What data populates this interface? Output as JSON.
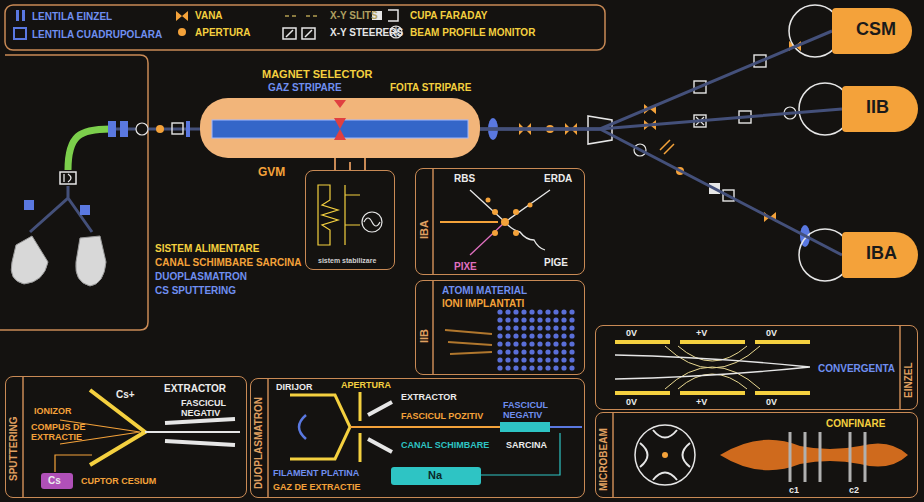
{
  "diagram": {
    "nodes": [
      {
        "text": [
          "MAGNET SELECTOR",
          "GAZ STRIPARE",
          "FOITA STRIPARE"
        ]
      },
      {
        "text": [
          "sistem stabilizare"
        ]
      },
      {
        "text": [
          "CSM"
        ]
      },
      {
        "text": [
          "IIB"
        ]
      },
      {
        "text": [
          "IBA"
        ]
      },
      {
        "text": [
          "IBA",
          "RBS",
          "ERDA",
          "PIXE",
          "PIGE"
        ]
      },
      {
        "text": [
          "IIB",
          "ATOMI MATERIAL",
          "IONI IMPLANTATI"
        ]
      },
      {
        "text": [
          "SPUTTERING",
          "IONIZOR",
          "Cs+",
          "EXTRACTOR",
          "FASCICUL NEGATIV",
          "COMPUS DE EXTRACTIE",
          "CUPTOR CESIUM"
        ]
      },
      {
        "text": [
          "Cs"
        ],
        "in": 7
      },
      {
        "text": [
          "DUOPLASMATRON",
          "DIRIJOR",
          "APERTURA",
          "EXTRACTOR",
          "FASCICUL POZITIV",
          "FASCICUL NEGATIV",
          "CANAL SCHIMBARE",
          "SARCINA",
          "FILAMENT PLATINA",
          "GAZ DE EXTRACTIE"
        ]
      },
      {
        "text": [
          "Na"
        ],
        "in": 9
      },
      {
        "text": [
          "EINZEL",
          "0V",
          "+V",
          "0V",
          "0V",
          "+V",
          "0V",
          "CONVERGENTA"
        ]
      },
      {
        "text": [
          "MICROBEAM",
          "CONFINARE",
          "c1",
          "c2"
        ]
      }
    ],
    "edges": [
      {
        "from": 0,
        "to": 2,
        "arrow": "none"
      },
      {
        "from": 0,
        "to": 3,
        "arrow": "none"
      },
      {
        "from": 0,
        "to": 4,
        "arrow": "none"
      },
      {
        "from": 0,
        "to": 1,
        "arrow": "none"
      }
    ],
    "labels": [
      "GVM",
      "SISTEM ALIMENTARE",
      "CANAL SCHIMBARE SARCINA",
      "DUOPLASMATRON",
      "CS SPUTTERING"
    ],
    "legend": [
      {
        "text": "LENTILA EINZEL"
      },
      {
        "text": "LENTILA CUADRUPOLARA"
      },
      {
        "text": "VANA"
      },
      {
        "text": "APERTURA"
      },
      {
        "text": "X-Y SLITS"
      },
      {
        "text": "X-Y STEERERS"
      },
      {
        "text": "CUPA FARADAY"
      },
      {
        "text": "BEAM PROFILE MONITOR"
      }
    ]
  }
}
